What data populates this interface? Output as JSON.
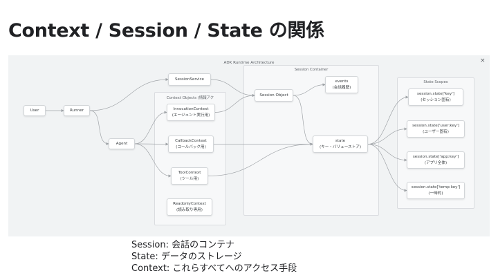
{
  "slide": {
    "title": "Context / Session / State の関係"
  },
  "diagram": {
    "title": "ADK Runtime Architecture",
    "close_symbol": "×",
    "groups": {
      "context_objects": "Context Objects (情報アク",
      "session_container": "Session Container",
      "state_scopes": "State Scopes"
    },
    "nodes": {
      "user": [
        "User"
      ],
      "runner": [
        "Runner"
      ],
      "agent": [
        "Agent"
      ],
      "session_service": [
        "SessionService"
      ],
      "invocation_context": [
        "InvocationContext",
        "(エージェント実行用)"
      ],
      "callback_context": [
        "CallbackContext",
        "(コールバック用)"
      ],
      "tool_context": [
        "ToolContext",
        "(ツール用)"
      ],
      "readonly_context": [
        "ReadonlyContext",
        "(読み取り専用)"
      ],
      "session_object": [
        "Session Object"
      ],
      "events": [
        "events",
        "(会話履歴)"
      ],
      "state": [
        "state",
        "(キー・バリューストア)"
      ],
      "scope_session": [
        "session.state['key']",
        "(セッション固有)"
      ],
      "scope_user": [
        "session.state['user:key']",
        "(ユーザー固有)"
      ],
      "scope_app": [
        "session.state['app:key']",
        "(アプリ全体)"
      ],
      "scope_temp": [
        "session.state['temp:key']",
        "(一時的)"
      ]
    }
  },
  "notes": {
    "line1": "Session: 会話のコンテナ",
    "line2": "State: データのストレージ",
    "line3": "Context: これらすべてへのアクセス手段"
  }
}
